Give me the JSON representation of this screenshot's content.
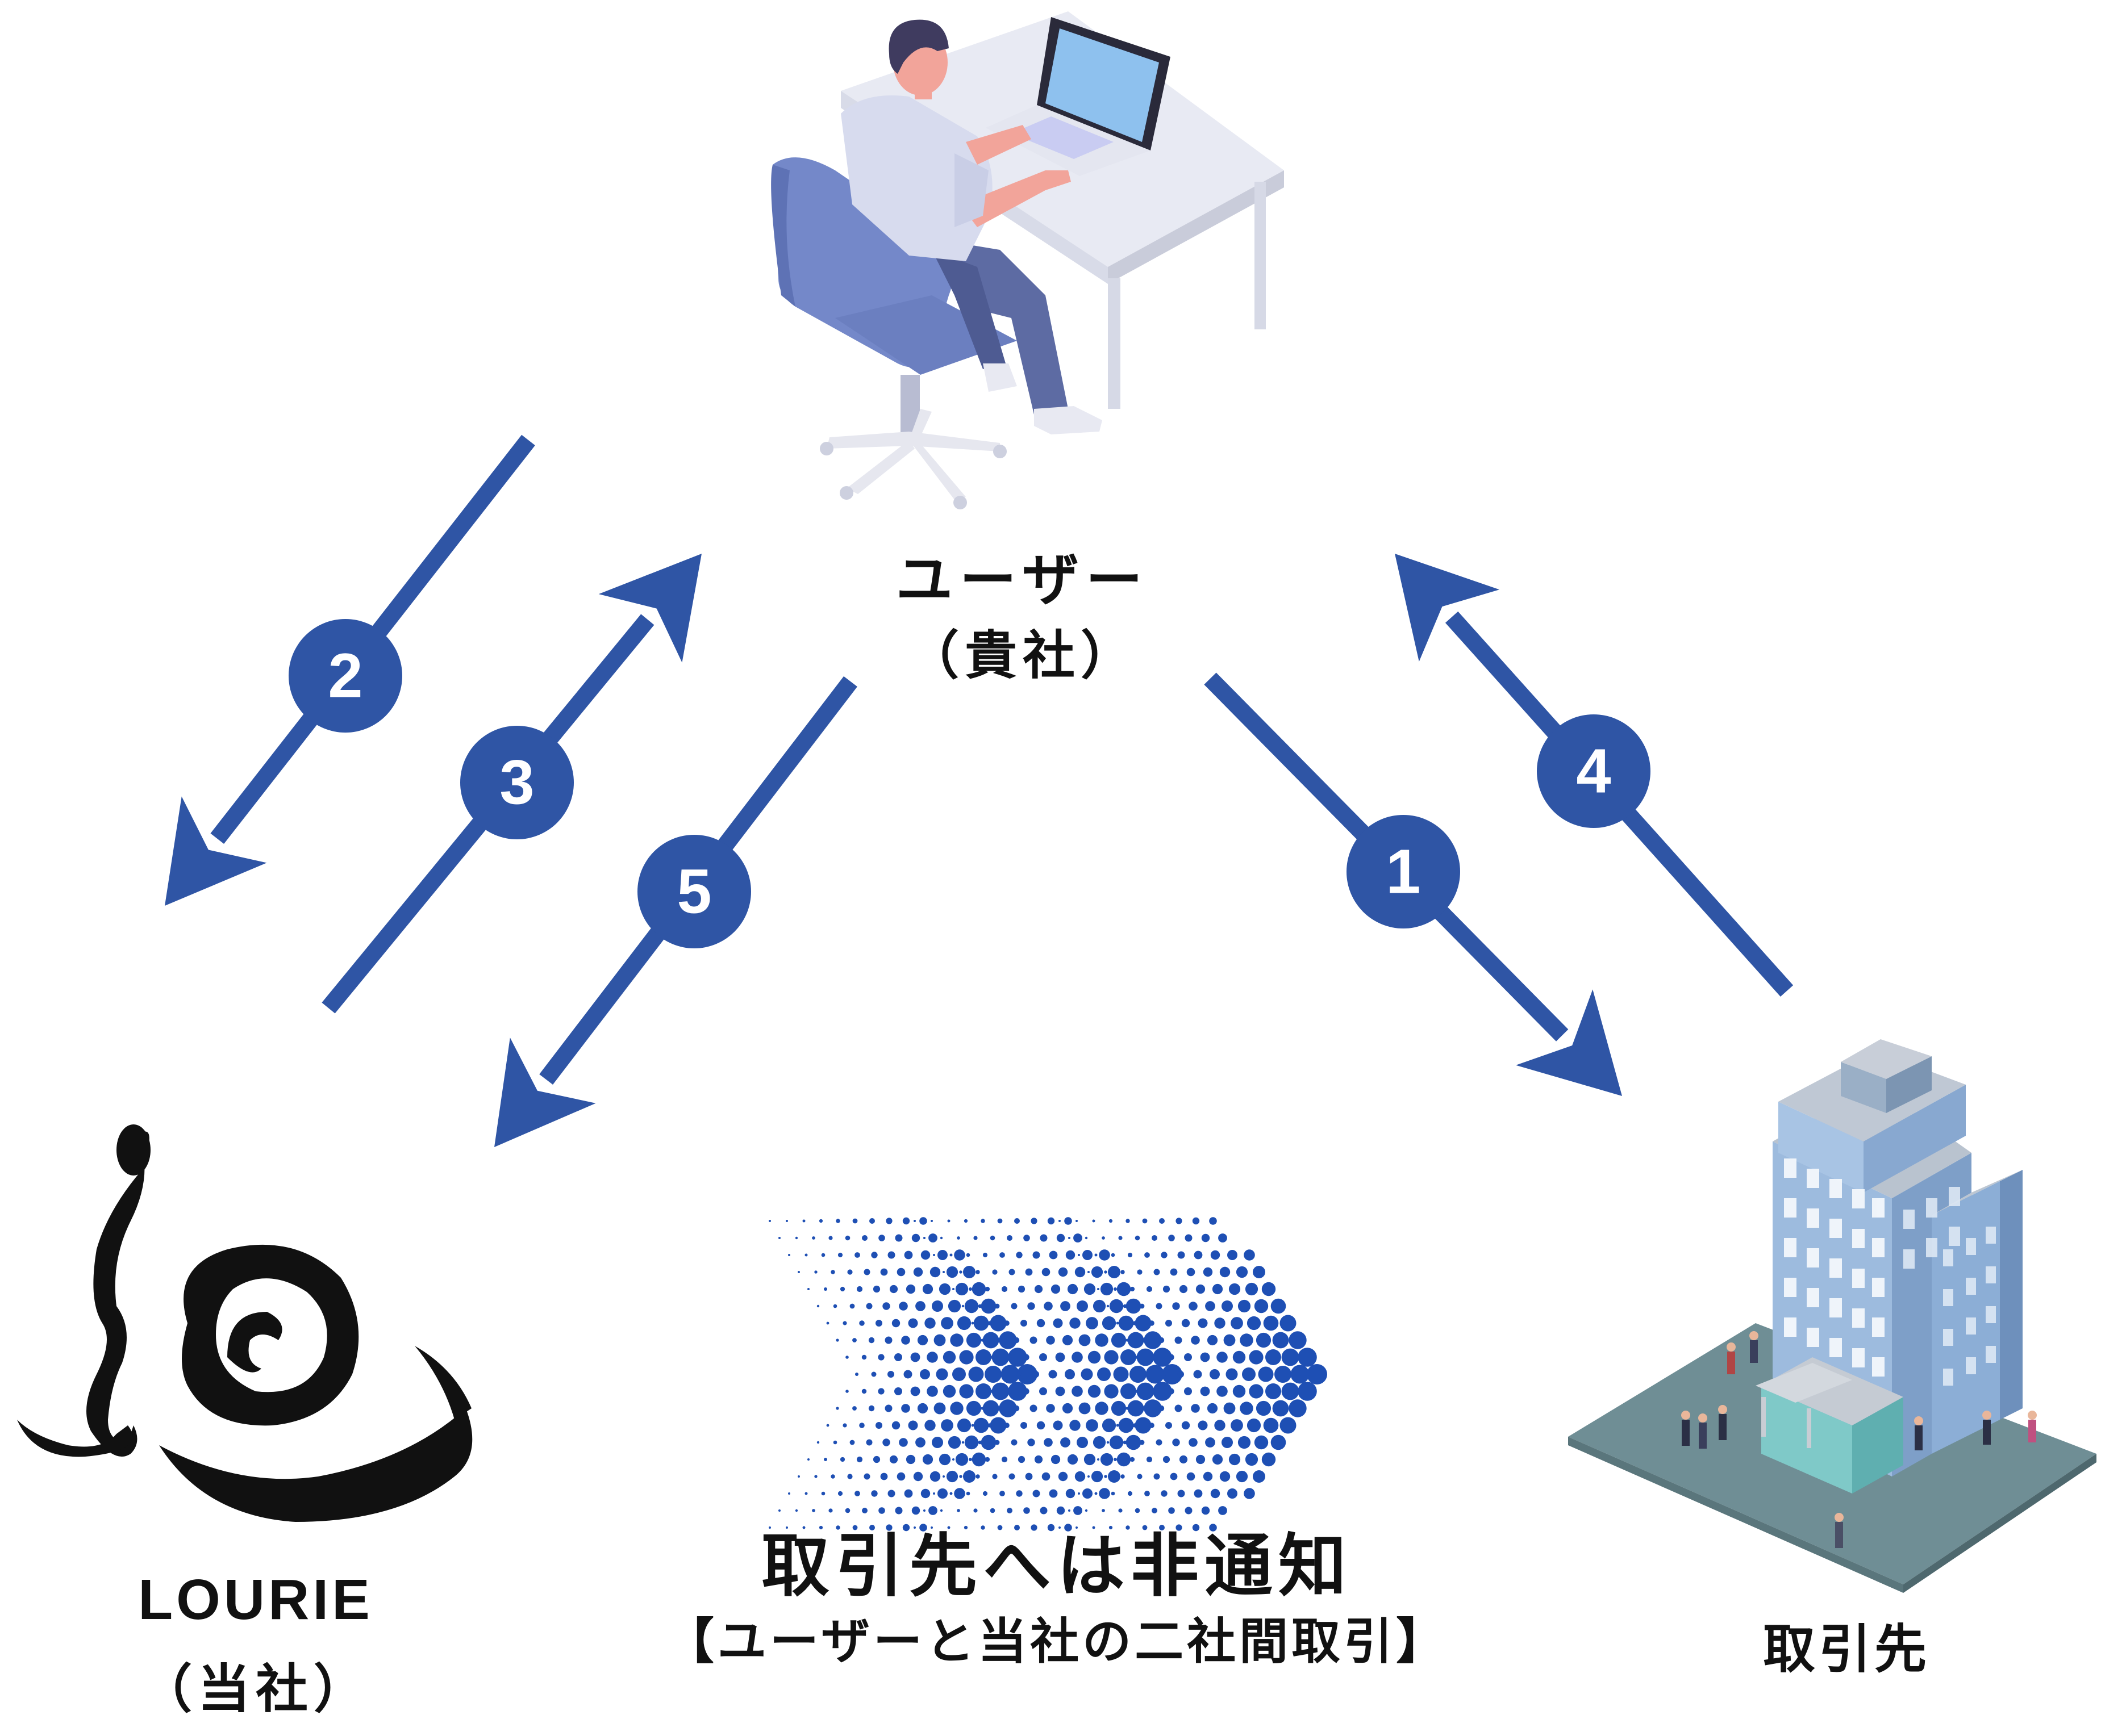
{
  "colors": {
    "accent": "#2F55A5",
    "text": "#111111",
    "ink": "#111111"
  },
  "user": {
    "name": "ユーザー",
    "sub": "（貴社）",
    "icon": "person-at-desk-icon"
  },
  "lourie": {
    "name": "LOURIE",
    "sub": "（当社）",
    "logo": "lourie-brush-logo"
  },
  "partner": {
    "name": "取引先",
    "icon": "office-building-icon"
  },
  "steps": [
    {
      "number": "1",
      "from": "ユーザー",
      "to": "取引先"
    },
    {
      "number": "2",
      "from": "ユーザー",
      "to": "LOURIE"
    },
    {
      "number": "3",
      "from": "LOURIE",
      "to": "ユーザー"
    },
    {
      "number": "4",
      "from": "取引先",
      "to": "ユーザー"
    },
    {
      "number": "5",
      "from": "ユーザー",
      "to": "LOURIE"
    }
  ],
  "notice": {
    "title": "取引先へは非通知",
    "sub": "【ユーザーと当社の二社間取引】",
    "icon": "dotted-chevrons-icon"
  }
}
